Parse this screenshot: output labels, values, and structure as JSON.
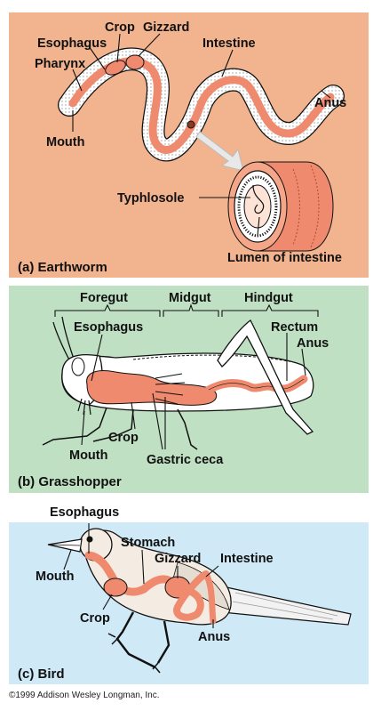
{
  "earthworm": {
    "caption": "(a) Earthworm",
    "labels": {
      "crop": "Crop",
      "gizzard": "Gizzard",
      "esophagus": "Esophagus",
      "pharynx": "Pharynx",
      "intestine": "Intestine",
      "anus": "Anus",
      "mouth": "Mouth",
      "typhlosole": "Typhlosole",
      "lumen": "Lumen of intestine"
    }
  },
  "grasshopper": {
    "caption": "(b) Grasshopper",
    "labels": {
      "foregut": "Foregut",
      "midgut": "Midgut",
      "hindgut": "Hindgut",
      "esophagus": "Esophagus",
      "rectum": "Rectum",
      "anus": "Anus",
      "crop": "Crop",
      "mouth": "Mouth",
      "gastric_ceca": "Gastric ceca"
    }
  },
  "bird": {
    "caption": "(c) Bird",
    "labels": {
      "esophagus": "Esophagus",
      "stomach": "Stomach",
      "gizzard": "Gizzard",
      "intestine": "Intestine",
      "mouth": "Mouth",
      "crop": "Crop",
      "anus": "Anus"
    }
  },
  "copyright": "©1999 Addison Wesley Longman, Inc.",
  "colors": {
    "earthworm_bg": "#f2b48f",
    "grasshopper_bg": "#bfe0c2",
    "bird_bg": "#cfe9f6",
    "digestive_tract": "#f08a6e"
  }
}
